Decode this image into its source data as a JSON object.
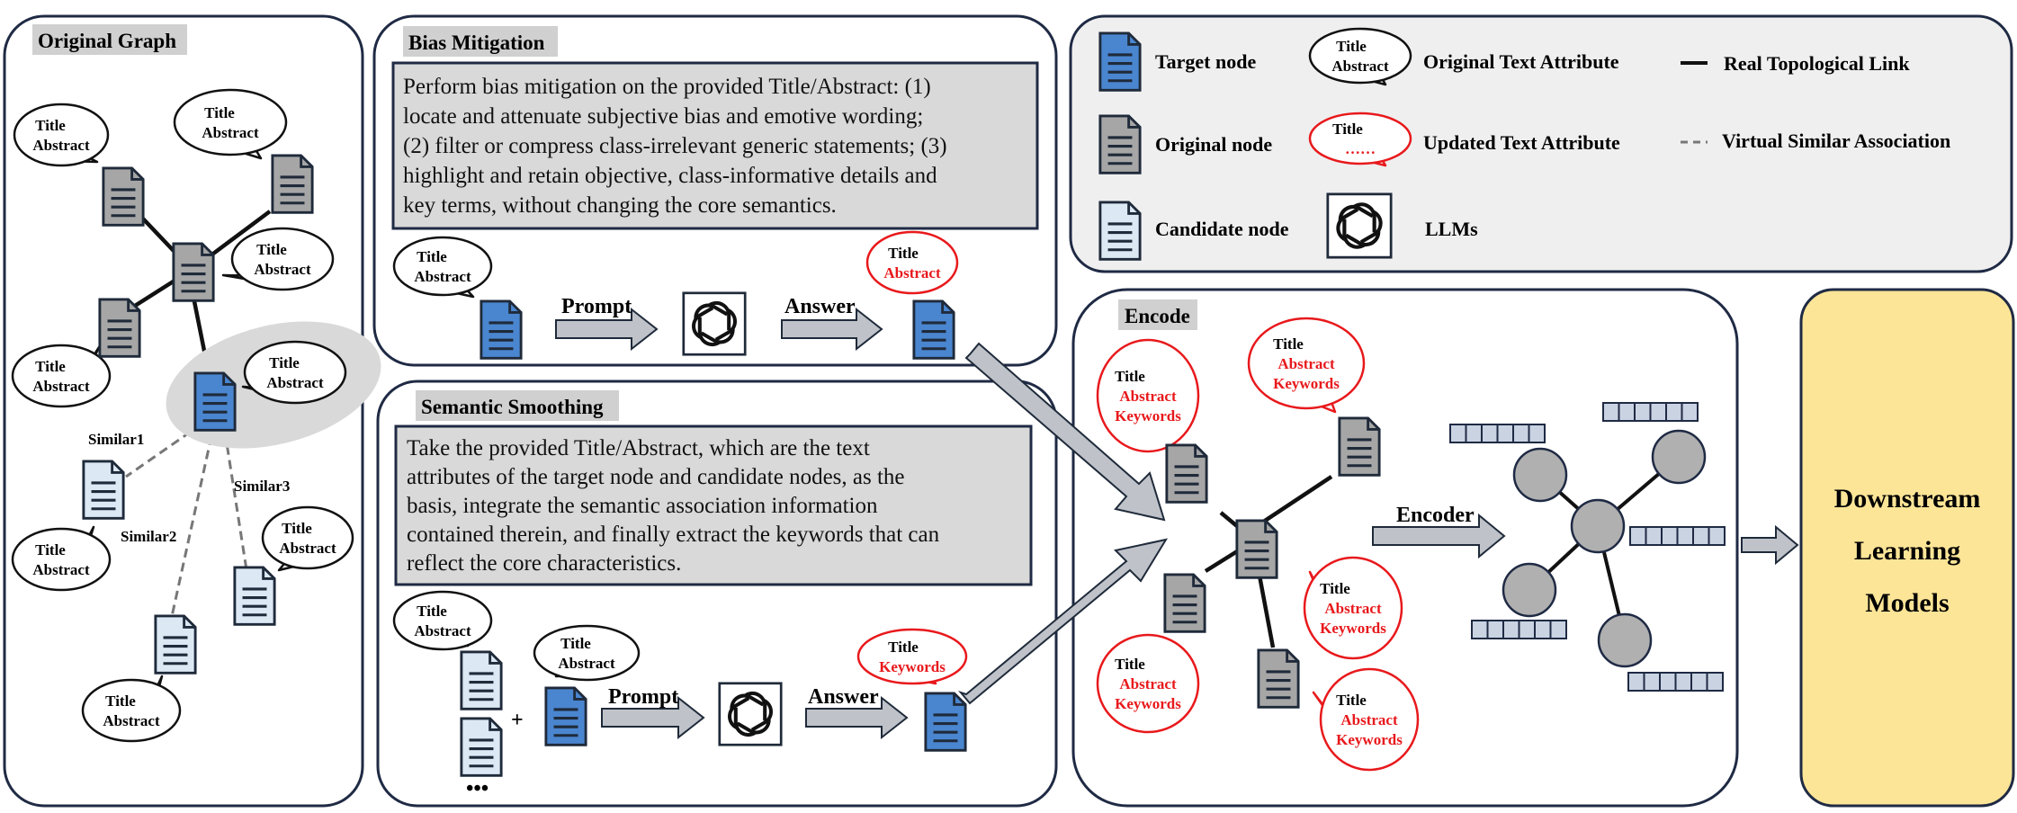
{
  "panels": {
    "original_graph": "Original Graph",
    "bias_mitigation": "Bias Mitigation",
    "semantic_smoothing": "Semantic Smoothing",
    "encode": "Encode"
  },
  "bias_prompt_lines": [
    "Perform bias mitigation on the provided Title/Abstract: (1)",
    "locate and attenuate subjective bias and emotive wording;",
    "(2) filter or compress class-irrelevant generic statements; (3)",
    "highlight and retain objective, class-informative details and",
    "key terms, without changing the core semantics."
  ],
  "smoothing_prompt_lines": [
    "Take the provided Title/Abstract, which are the text",
    "attributes of the target node and candidate nodes, as the",
    "basis, integrate the semantic association information",
    "contained therein, and finally extract the keywords that can",
    "reflect the core characteristics."
  ],
  "bubble": {
    "title": "Title",
    "abstract": "Abstract",
    "keywords": "Keywords",
    "dots": "……"
  },
  "similar_labels": [
    "Similar1",
    "Similar2",
    "Similar3"
  ],
  "flow": {
    "prompt": "Prompt",
    "answer": "Answer",
    "plus": "+",
    "ellipsis": "•••",
    "encoder": "Encoder"
  },
  "legend": {
    "target_node": "Target node",
    "original_node": "Original node",
    "candidate_node": "Candidate node",
    "original_text": "Original Text Attribute",
    "updated_text": "Updated Text Attribute",
    "llms": "LLMs",
    "real_link": "Real Topological Link",
    "virtual_link": "Virtual Similar Association"
  },
  "downstream_lines": [
    "Downstream",
    "Learning",
    "Models"
  ],
  "colors": {
    "target_node": "#4a86cf",
    "original_node": "#a6a6a6",
    "candidate_node": "#dde8f5",
    "updated_text": "#e8191c",
    "prompt_box": "#d9d9d9",
    "legend_box": "#efefef",
    "downstream_box": "#fde597",
    "graph_node": "#b0b0b0",
    "arrow": "#bfc3c9"
  }
}
